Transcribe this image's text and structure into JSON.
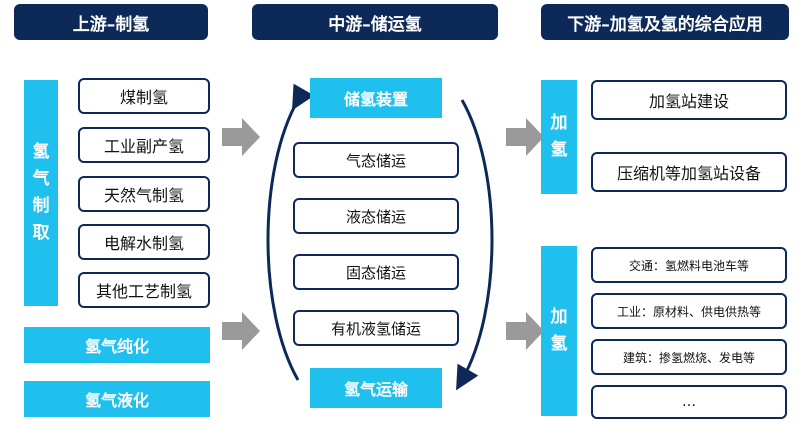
{
  "colors": {
    "navy": "#0c2957",
    "cyan": "#1fc0ee",
    "arrow_gray": "#999999"
  },
  "upstream": {
    "header": "上游–制氢",
    "side_label": [
      "氢",
      "气",
      "制",
      "取"
    ],
    "items": [
      "煤制氢",
      "工业副产氢",
      "天然气制氢",
      "电解水制氢",
      "其他工艺制氢"
    ],
    "purify": "氢气纯化",
    "liquefy": "氢气液化"
  },
  "midstream": {
    "header": "中游–储运氢",
    "device": "储氢装置",
    "items": [
      "气态储运",
      "液态储运",
      "固态储运",
      "有机液氢储运"
    ],
    "transport": "氢气运输"
  },
  "downstream": {
    "header": "下游–加氢及氢的综合应用",
    "label_top": [
      "加",
      "氢"
    ],
    "top_items": [
      "加氢站建设",
      "压缩机等加氢站设备"
    ],
    "label_bottom": [
      "加",
      "氢"
    ],
    "bottom_items": [
      "交通：氢燃料电池车等",
      "工业：原材料、供电供热等",
      "建筑：掺氢燃烧、发电等",
      "…"
    ]
  }
}
